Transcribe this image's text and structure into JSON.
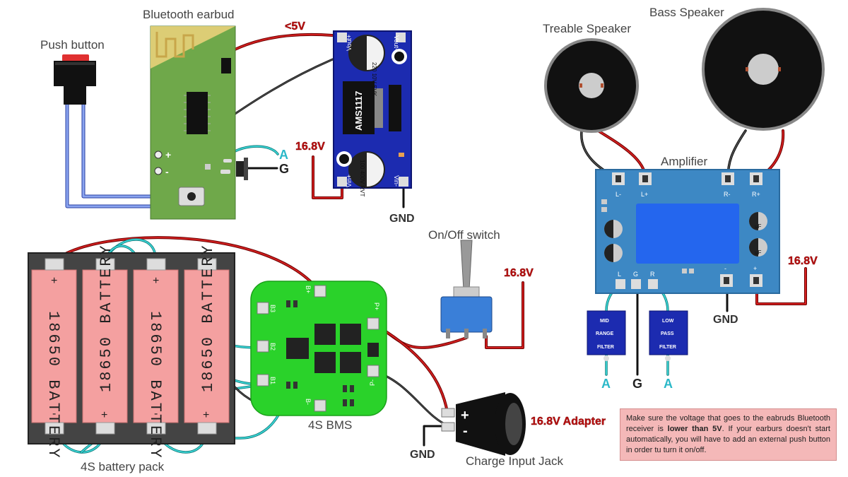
{
  "labels": {
    "bluetooth_earbud": "Bluetooth earbud",
    "push_button": "Push button",
    "treble_speaker": "Treable Speaker",
    "bass_speaker": "Bass Speaker",
    "amplifier": "Amplifier",
    "on_off_switch": "On/Off switch",
    "bms": "4S BMS",
    "battery_pack": "4S battery pack",
    "charge_jack": "Charge Input Jack"
  },
  "voltages": {
    "lt5v": "<5V",
    "v_reg_in": "16.8V",
    "v_switch": "16.8V",
    "v_amp": "16.8V",
    "adapter": "16.8V Adapter"
  },
  "ground": {
    "reg": "GND",
    "amp": "GND",
    "jack": "GND"
  },
  "earbud": {
    "plus": "+",
    "minus": "-",
    "audio": "A",
    "ground": "G"
  },
  "regulator": {
    "chip": "AMS1117",
    "cap_top": "220 10V SVK",
    "cap_bottom": "100 400V RVT",
    "vout_plus": "Vout+",
    "vout_minus": "Vout-",
    "vin_plus": "Vin+",
    "vin_minus": "Vin-"
  },
  "amp": {
    "l_minus": "L-",
    "l_plus": "L+",
    "r_minus": "R-",
    "r_plus": "R+",
    "in_l": "L",
    "in_g": "G",
    "in_r": "R",
    "pwr_minus": "-",
    "pwr_plus": "+",
    "cap_label": "uF"
  },
  "filters": {
    "mid": [
      "MID",
      "RANGE",
      "FILTER"
    ],
    "low": [
      "LOW",
      "PASS",
      "FILTER"
    ],
    "out_a1": "A",
    "out_g": "G",
    "out_a2": "A"
  },
  "batteries": {
    "cell_text": "18650 BATTERY",
    "plus": "+",
    "minus": "-"
  },
  "bms_pins": {
    "bplus": "B+",
    "b3": "B3",
    "b2": "B2",
    "b1": "B1",
    "bminus": "B-",
    "pplus": "P+",
    "pminus": "P-"
  },
  "jack": {
    "plus": "+",
    "minus": "-"
  },
  "note": {
    "part1": "Make sure the voltage that goes to the eabruds Bluetooth receiver is ",
    "bold": "lower than 5V",
    "part2": ". If your earburs doesn't start automatically, you will have to add an external push button in order tu turn it on/off."
  },
  "colors": {
    "wire_red": "#aa1111",
    "wire_black": "#333333",
    "wire_blue": "#6f8fe0",
    "wire_cyan": "#2bc4c4",
    "pcb_green": "#2ad22a",
    "earbud_pcb": "#6fa84a",
    "regulator_blue": "#1c2bb0",
    "amp_blue": "#3d88c4",
    "battery_pink": "#f4a0a0",
    "note_bg": "#f4b8b8"
  }
}
